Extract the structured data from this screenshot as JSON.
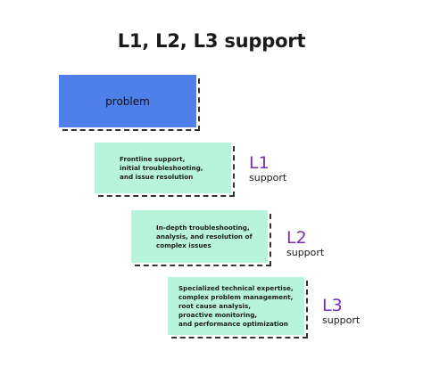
{
  "title": "L1, L2, L3 support",
  "problem": {
    "label": "problem"
  },
  "levels": [
    {
      "code": "L1",
      "word": "support",
      "lines": [
        "Frontline support,",
        "initial troubleshooting,",
        "and issue resolution"
      ]
    },
    {
      "code": "L2",
      "word": "support",
      "lines": [
        "In-depth troubleshooting,",
        "analysis, and resolution of",
        "complex issues"
      ]
    },
    {
      "code": "L3",
      "word": "support",
      "lines": [
        "Specialized technical expertise,",
        "complex problem management,",
        "root cause analysis,",
        "proactive monitoring,",
        "and performance optimization"
      ]
    }
  ],
  "colors": {
    "problem_fill": "#4f7fe8",
    "level_fill": "#b8f4dc",
    "level_code": "#7a2eb8"
  }
}
